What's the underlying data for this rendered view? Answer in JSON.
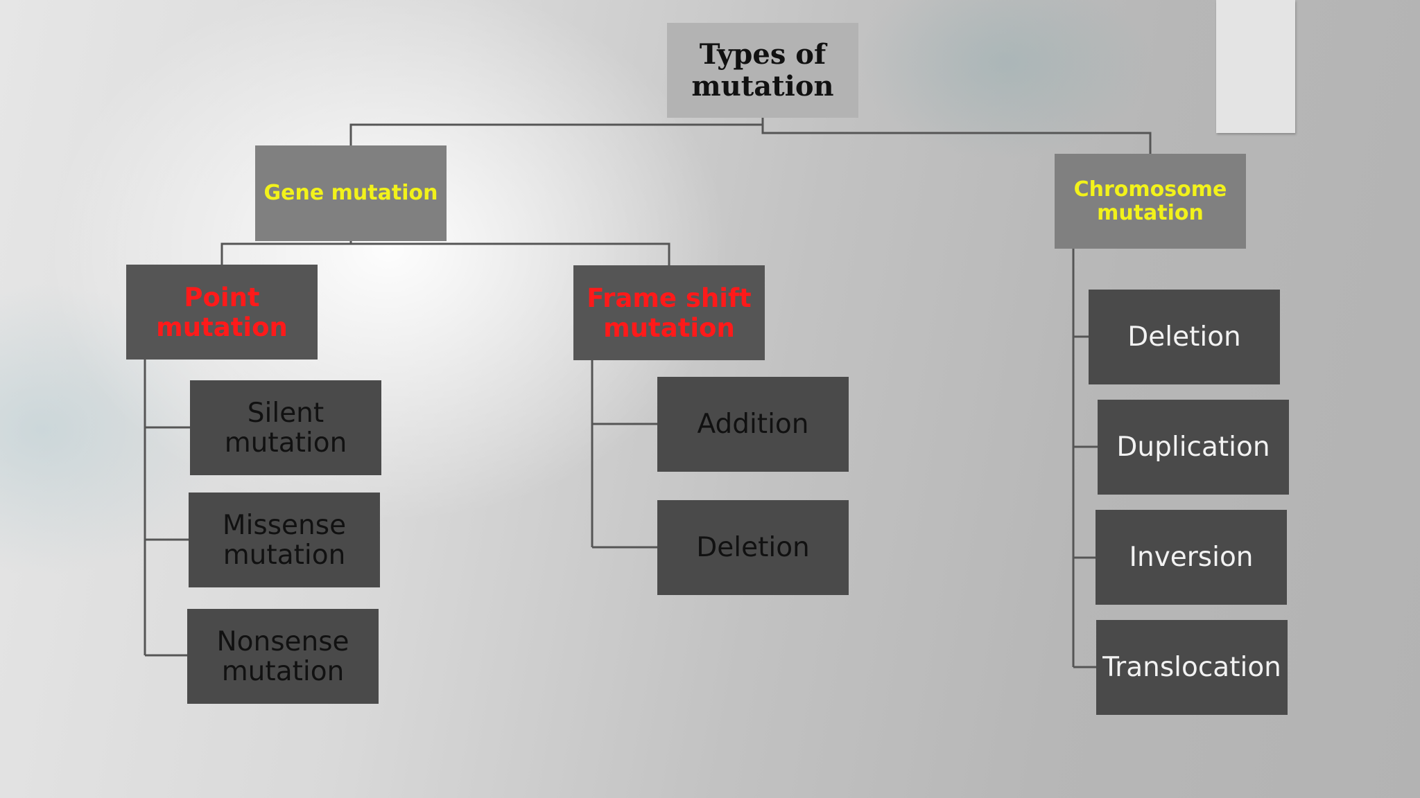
{
  "root": {
    "label": "Types of\nmutation"
  },
  "gene": {
    "label": "Gene mutation",
    "point": {
      "label": "Point\nmutation",
      "children": [
        "Silent\nmutation",
        "Missense\nmutation",
        "Nonsense\nmutation"
      ]
    },
    "frameshift": {
      "label": "Frame shift\nmutation",
      "children": [
        "Addition",
        "Deletion"
      ]
    }
  },
  "chromosome": {
    "label": "Chromosome\nmutation",
    "children": [
      "Deletion",
      "Duplication",
      "Inversion",
      "Translocation"
    ]
  },
  "colors": {
    "connector": "#555555",
    "level1_text": "#f2f21b",
    "level2_text": "#ff1a1a",
    "leaf_box": "#4a4a4a"
  }
}
